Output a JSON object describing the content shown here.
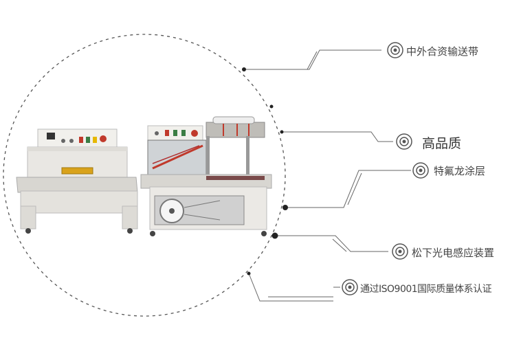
{
  "features": [
    {
      "label": "中外合资输送带",
      "icon": "target-icon"
    },
    {
      "label": "高品质",
      "icon": "target-icon"
    },
    {
      "label": "特氟龙涂层",
      "icon": "target-icon"
    },
    {
      "label": "松下光电感应装置",
      "icon": "target-icon"
    },
    {
      "label": "通过ISO9001国际质量体系认证",
      "icon": "target-icon"
    }
  ],
  "colors": {
    "circle": "#555555",
    "line": "#666666",
    "icon": "#555555",
    "text": "#444444",
    "machine_body": "#e9e7e3",
    "accent_red": "#c0392b"
  }
}
